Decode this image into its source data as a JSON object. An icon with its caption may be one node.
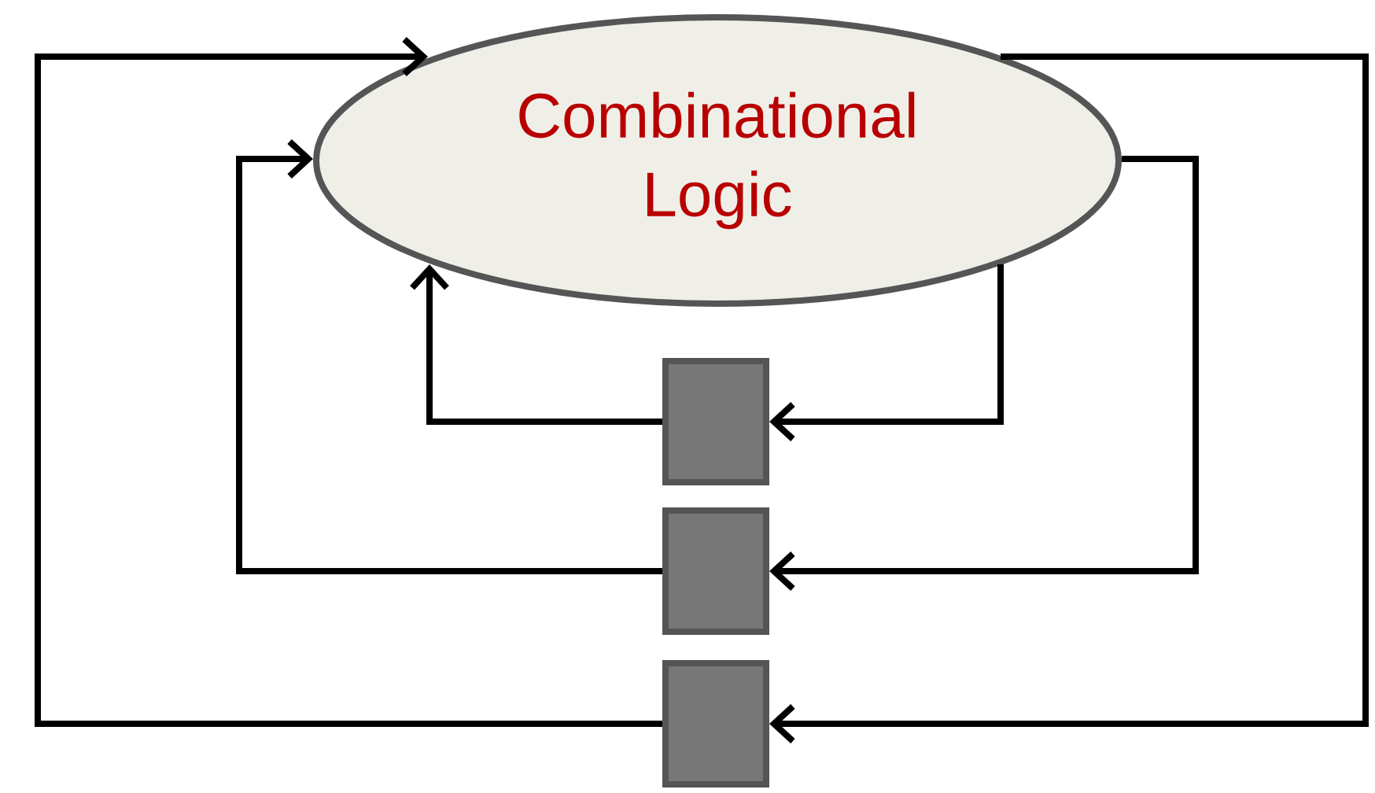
{
  "diagram": {
    "nodes": [
      {
        "text": [
          "Combinational Logic"
        ]
      },
      {
        "text": [],
        "shape": "box"
      },
      {
        "text": [],
        "shape": "box"
      },
      {
        "text": [],
        "shape": "box"
      }
    ],
    "edges": [
      {
        "from": 0,
        "to": 1,
        "arrow": "to"
      },
      {
        "from": 1,
        "to": 0,
        "arrow": "to"
      },
      {
        "from": 0,
        "to": 2,
        "arrow": "to"
      },
      {
        "from": 2,
        "to": 0,
        "arrow": "to"
      },
      {
        "from": 0,
        "to": 3,
        "arrow": "to"
      },
      {
        "from": 3,
        "to": 0,
        "arrow": "to"
      }
    ]
  }
}
